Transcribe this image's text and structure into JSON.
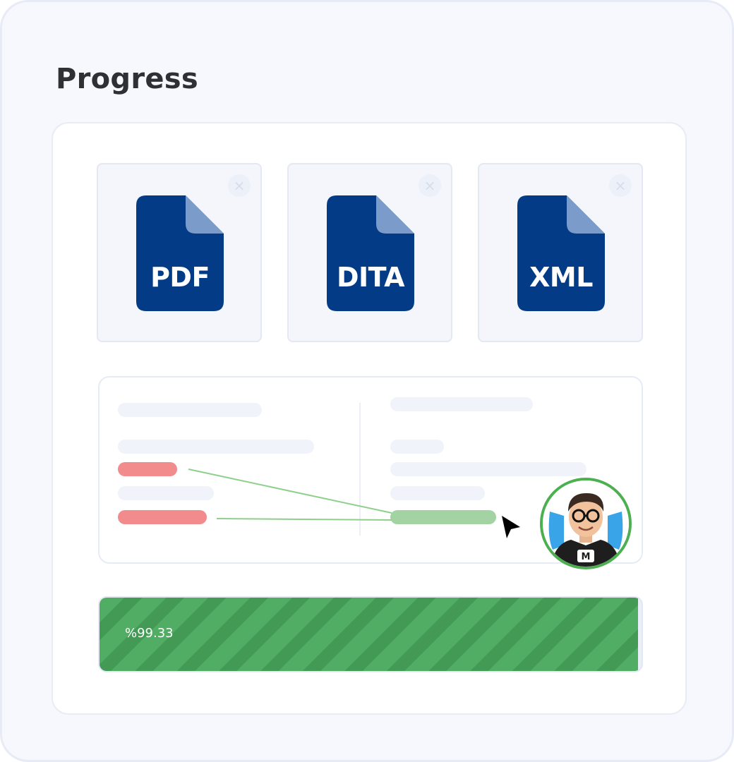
{
  "header": {
    "title": "Progress"
  },
  "files": [
    {
      "label": "PDF",
      "close": "×"
    },
    {
      "label": "DITA",
      "close": "×"
    },
    {
      "label": "XML",
      "close": "×"
    }
  ],
  "progress": {
    "value": 99.33,
    "label": "%99.33"
  },
  "colors": {
    "file_icon": "#033b86",
    "file_fold": "#7b9ccb",
    "source_bar": "#f28b8b",
    "target_bar": "#a3d3a2",
    "connector": "#8fcf8c",
    "progress_stripe_light": "#51ad64",
    "progress_stripe_dark": "#429a55",
    "avatar_ring": "#4caf50"
  },
  "icons": {
    "close": "close-icon",
    "file": "file-icon",
    "cursor": "mouse-pointer-icon",
    "avatar": "user-avatar",
    "avatar_badge": "M"
  }
}
